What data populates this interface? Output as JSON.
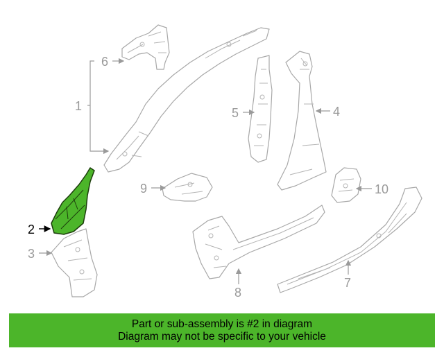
{
  "colors": {
    "highlight": "#4cb52a",
    "part_stroke": "#a8a8a8",
    "label": "#9a9a9a"
  },
  "callouts": {
    "c1": "1",
    "c2": "2",
    "c3": "3",
    "c4": "4",
    "c5": "5",
    "c6": "6",
    "c7": "7",
    "c8": "8",
    "c9": "9",
    "c10": "10"
  },
  "highlighted_part": "2",
  "banner": {
    "line1": "Part or sub-assembly is #2 in diagram",
    "line2": "Diagram may not be specific to your vehicle"
  }
}
